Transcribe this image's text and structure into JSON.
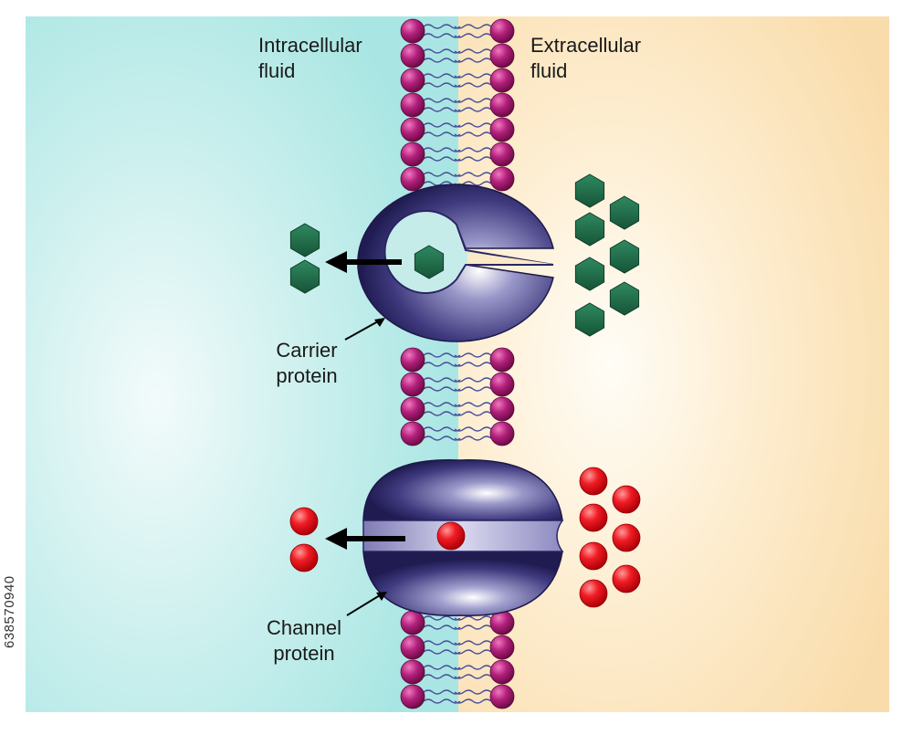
{
  "labels": {
    "intracellular_line1": "Intracellular",
    "intracellular_line2": "fluid",
    "extracellular_line1": "Extracellular",
    "extracellular_line2": "fluid",
    "carrier_line1": "Carrier",
    "carrier_line2": "protein",
    "channel_line1": "Channel",
    "channel_line2": "protein"
  },
  "stock_id": "638570940",
  "colors": {
    "intracellular_bg": "#b9ecea",
    "extracellular_bg": "#fbe1b4",
    "phospholipid_head": "#a3196f",
    "protein": "#3b3478",
    "hexagon_molecule": "#1f6e4a",
    "sphere_molecule": "#e8141e",
    "arrow": "#000000"
  },
  "icons": {
    "carrier_molecule": "hexagon-icon",
    "channel_molecule": "sphere-icon",
    "direction": "arrow-left-icon"
  }
}
